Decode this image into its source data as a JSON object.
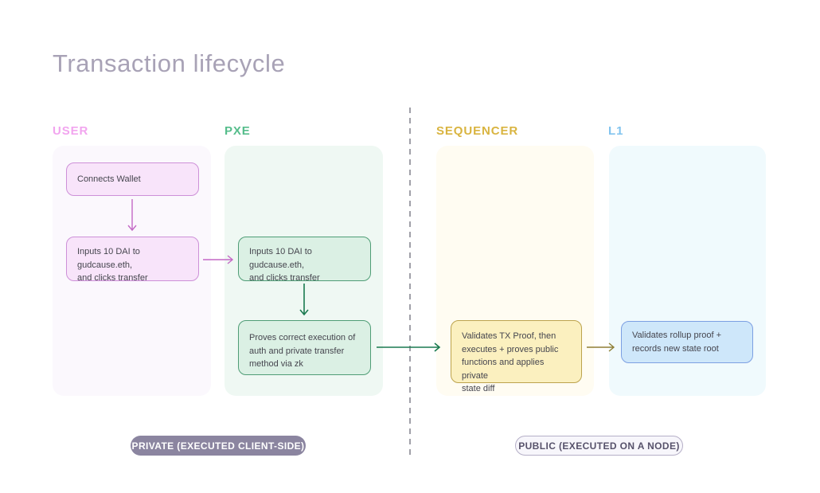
{
  "title": "Transaction lifecycle",
  "lanes": [
    {
      "id": "user",
      "label": "USER",
      "accent": "#F2A5EF",
      "panel_bg": "#FBF8FD"
    },
    {
      "id": "pxe",
      "label": "PXE",
      "accent": "#55BD8B",
      "panel_bg": "#EFF8F3"
    },
    {
      "id": "sequencer",
      "label": "SEQUENCER",
      "accent": "#D9B440",
      "panel_bg": "#FFFCF2"
    },
    {
      "id": "l1",
      "label": "L1",
      "accent": "#82C4EF",
      "panel_bg": "#F0FAFD"
    }
  ],
  "nodes": {
    "user_connects": "Connects Wallet",
    "user_inputs": "Inputs 10 DAI to gudcause.eth,\nand clicks transfer",
    "pxe_inputs": "Inputs 10 DAI to gudcause.eth,\nand clicks transfer",
    "pxe_proves": "Proves correct execution of\nauth and private transfer\nmethod via zk",
    "seq_validates": "Validates TX Proof, then\nexecutes + proves public\nfunctions and applies private\nstate diff",
    "l1_validates": "Validates rollup proof +\nrecords new state root"
  },
  "badges": {
    "private": "PRIVATE (EXECUTED CLIENT-SIDE)",
    "public": "PUBLIC (EXECUTED ON A NODE)"
  },
  "colors": {
    "title_text": "#A8A2B6",
    "node_text": "#45454E",
    "pink_node_bg": "#F8E4FA",
    "pink_node_border": "#CD90D8",
    "green_node_bg": "#DBF0E4",
    "green_node_border": "#4F9D76",
    "yellow_node_bg": "#FBF0BF",
    "yellow_node_border": "#BCA34D",
    "blue_node_bg": "#CEE7FA",
    "blue_node_border": "#7C9FE2",
    "pink_arrow": "#C469C6",
    "green_arrow": "#1A7A50",
    "gold_arrow": "#8F7F35",
    "divider": "#A0A0A8",
    "private_badge_bg": "#8B85A0",
    "public_badge_border": "#B5AFC7"
  }
}
